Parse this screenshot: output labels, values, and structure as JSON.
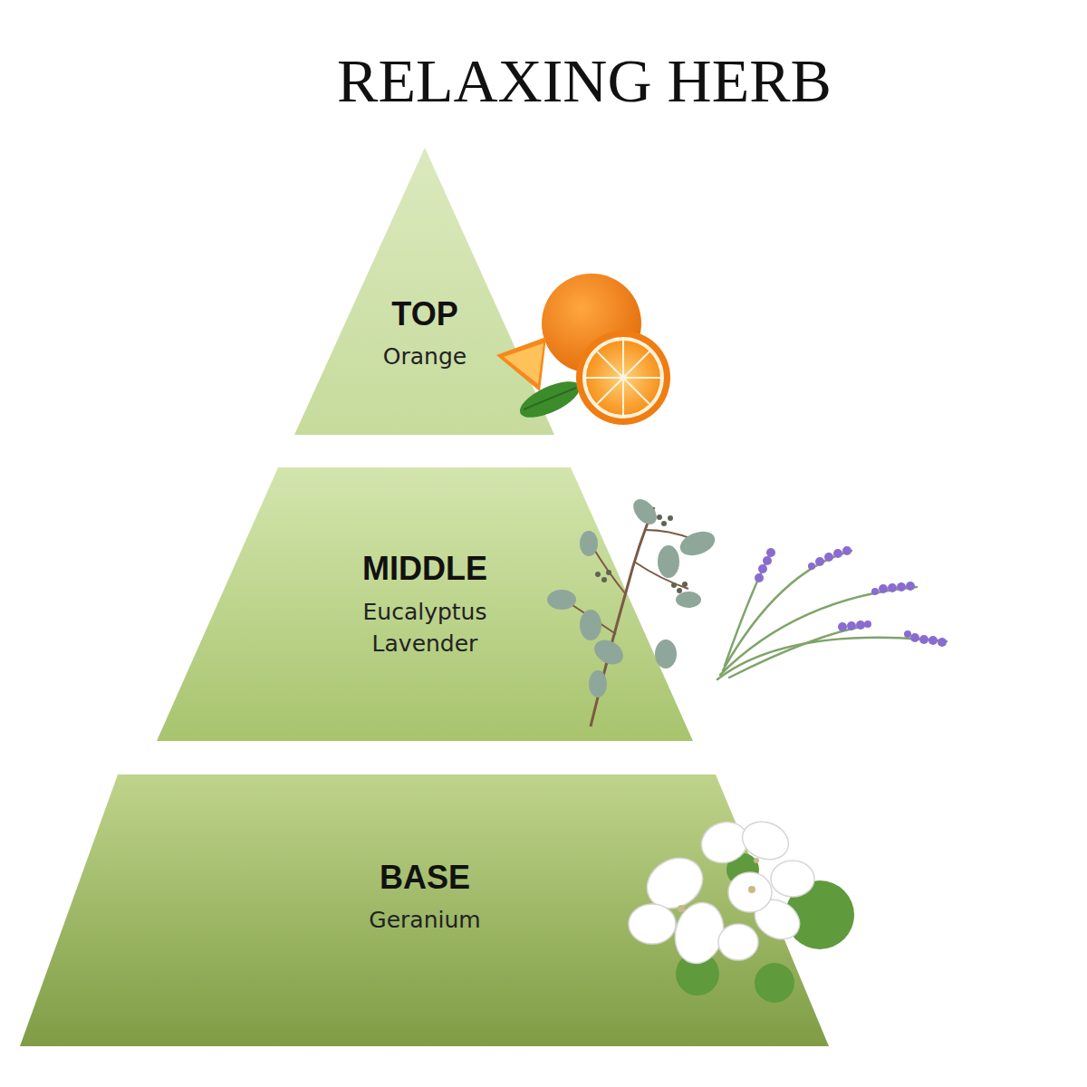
{
  "diagram": {
    "title": "RELAXING HERB",
    "nodes": [
      {
        "text": [
          "TOP",
          "Orange"
        ]
      },
      {
        "text": [
          "MIDDLE",
          "Eucalyptus",
          "Lavender"
        ]
      },
      {
        "text": [
          "BASE",
          "Geranium"
        ]
      }
    ]
  }
}
